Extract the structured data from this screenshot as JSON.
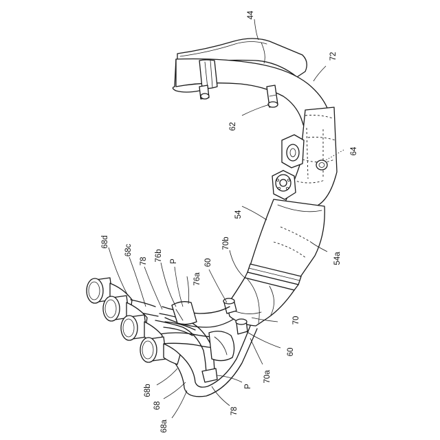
{
  "labels": {
    "ref_44": "44",
    "ref_72": "72",
    "ref_62": "62",
    "ref_64": "64",
    "ref_54": "54",
    "ref_54a": "54a",
    "ref_70b": "70b",
    "ref_70": "70",
    "ref_70a": "70a",
    "ref_60_upper": "60",
    "ref_60_lower": "60",
    "ref_68d": "68d",
    "ref_68c": "68c",
    "ref_78_upper": "78",
    "ref_76b": "76b",
    "ref_p_upper": "P",
    "ref_76a": "76a",
    "ref_68b": "68b",
    "ref_68": "68",
    "ref_68a": "68a",
    "ref_78_lower": "78",
    "ref_p_lower": "P"
  }
}
